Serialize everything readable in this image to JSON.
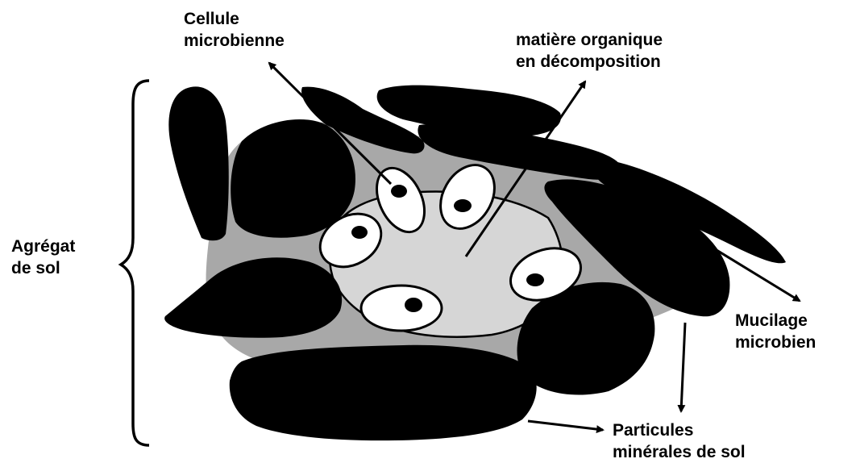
{
  "labels": {
    "microbial_cell": [
      "Cellule",
      "microbienne"
    ],
    "organic_matter": [
      "matière organique",
      "en décomposition"
    ],
    "soil_aggregate": [
      "Agrégat",
      "de sol"
    ],
    "microbial_mucilage": [
      "Mucilage",
      "microbien"
    ],
    "mineral_particles": [
      "Particules",
      "minérales de sol"
    ]
  },
  "colors": {
    "particle": "#000000",
    "mucilage": "#a8a8a8",
    "organic_matter": "#d6d6d6",
    "cell": "#ffffff",
    "background": "#ffffff"
  }
}
